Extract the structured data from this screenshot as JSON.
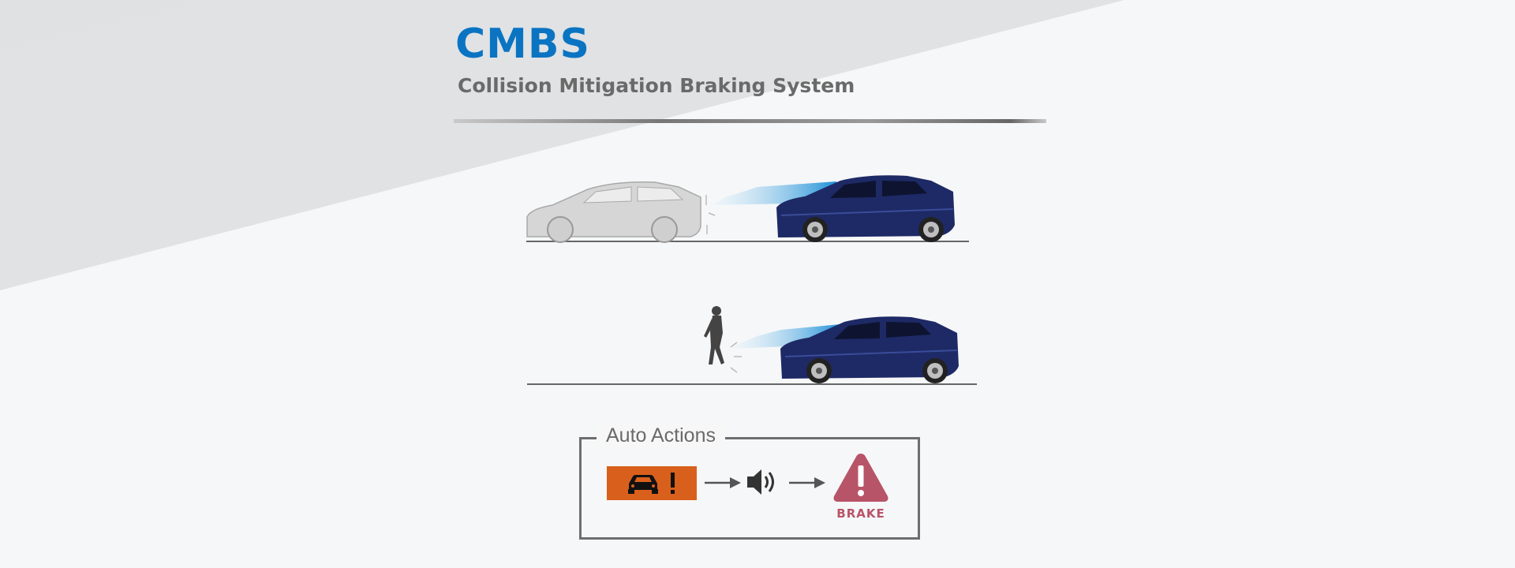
{
  "header": {
    "title": "CMBS",
    "subtitle": "Collision Mitigation Braking System"
  },
  "auto_actions": {
    "title": "Auto Actions",
    "steps": [
      {
        "icon": "car-warning-icon"
      },
      {
        "icon": "speaker-icon"
      },
      {
        "icon": "brake-warning-icon",
        "label": "BRAKE"
      }
    ]
  },
  "colors": {
    "title": "#0a74c2",
    "subtitle": "#6a6a6a",
    "car_body": "#1e2a66",
    "sensor_beam": "#2aa0e6",
    "warning_orange": "#d9601c",
    "brake_red": "#b85468",
    "background_band": "#dfe1e3",
    "ghost_car": "#d2d2d2"
  }
}
